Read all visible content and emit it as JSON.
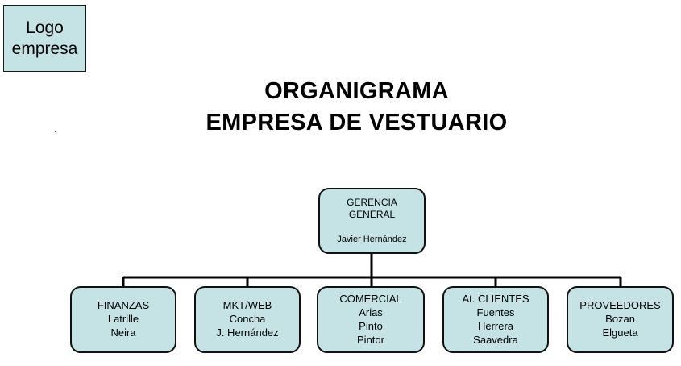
{
  "logo": {
    "line1": "Logo",
    "line2": "empresa"
  },
  "title": {
    "line1": "ORGANIGRAMA",
    "line2": "EMPRESA DE VESTUARIO"
  },
  "root": {
    "line1": "GERENCIA",
    "line2": "GENERAL",
    "person": "Javier Hernández"
  },
  "departments": [
    {
      "name": "FINANZAS",
      "members": [
        "Latrille",
        "Neira"
      ]
    },
    {
      "name": "MKT/WEB",
      "members": [
        "Concha",
        "J. Hernández"
      ]
    },
    {
      "name": "COMERCIAL",
      "members": [
        "Arias",
        "Pinto",
        "Pintor"
      ]
    },
    {
      "name": "At. CLIENTES",
      "members": [
        "Fuentes",
        "Herrera",
        "Saavedra"
      ]
    },
    {
      "name": "PROVEEDORES",
      "members": [
        "Bozan",
        "Elgueta"
      ]
    }
  ],
  "colors": {
    "box_fill": "#c5e3e5",
    "border": "#111111",
    "connector": "#000000"
  }
}
